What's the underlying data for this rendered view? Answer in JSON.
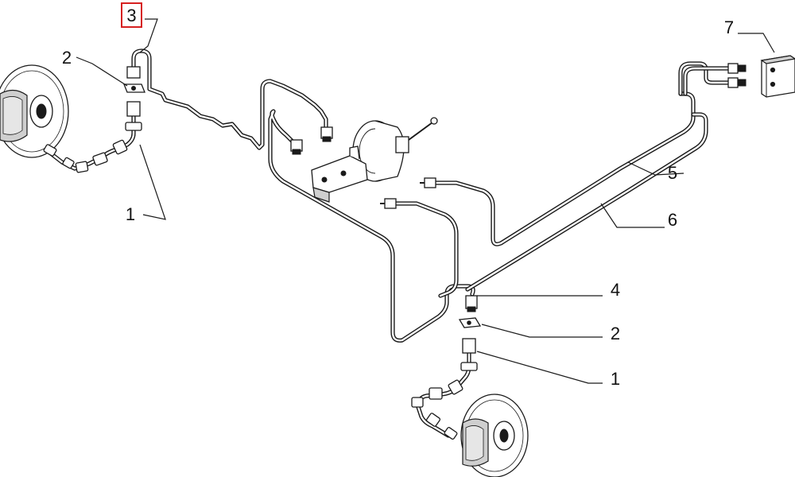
{
  "callouts": [
    {
      "id": "c3",
      "number": "3",
      "highlighted": true
    },
    {
      "id": "c2a",
      "number": "2",
      "highlighted": false
    },
    {
      "id": "c1a",
      "number": "1",
      "highlighted": false
    },
    {
      "id": "c7",
      "number": "7",
      "highlighted": false
    },
    {
      "id": "c5",
      "number": "5",
      "highlighted": false
    },
    {
      "id": "c6",
      "number": "6",
      "highlighted": false
    },
    {
      "id": "c4",
      "number": "4",
      "highlighted": false
    },
    {
      "id": "c2b",
      "number": "2",
      "highlighted": false
    },
    {
      "id": "c1b",
      "number": "1",
      "highlighted": false
    }
  ],
  "colors": {
    "line": "#1a1a1a",
    "highlight_box": "#d62020",
    "background": "#ffffff"
  }
}
